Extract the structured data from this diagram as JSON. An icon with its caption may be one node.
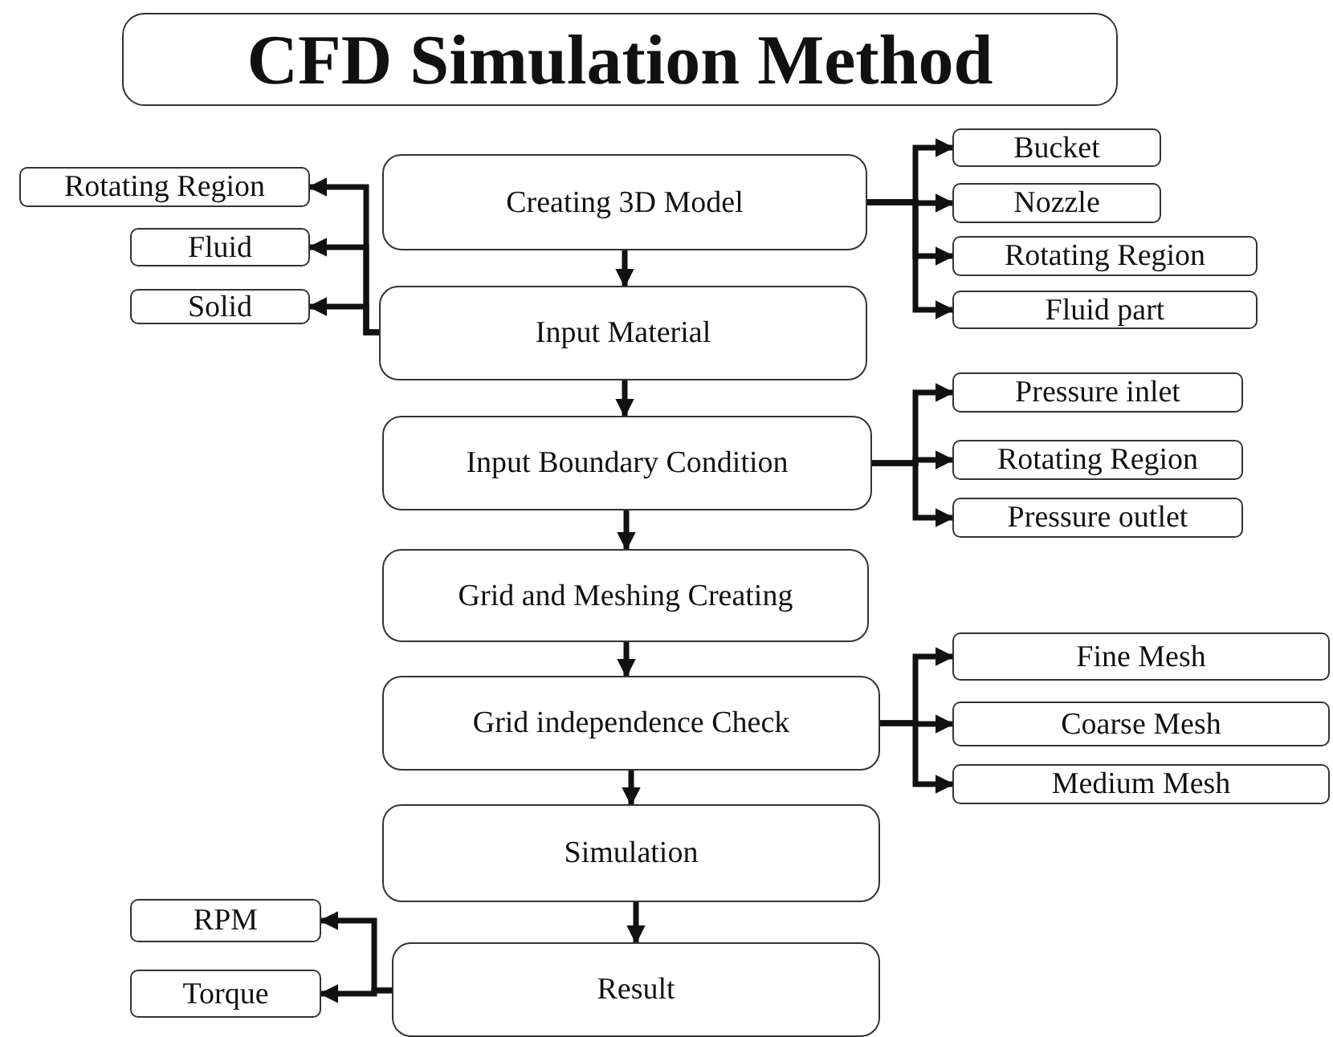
{
  "diagram": {
    "title": "CFD Simulation Method",
    "nodes": [
      {
        "text": [
          "Creating 3D Model"
        ]
      },
      {
        "text": [
          "Rotating Region"
        ]
      },
      {
        "text": [
          "Fluid"
        ]
      },
      {
        "text": [
          "Solid"
        ]
      },
      {
        "text": [
          "Bucket"
        ]
      },
      {
        "text": [
          "Nozzle"
        ]
      },
      {
        "text": [
          "Rotating Region"
        ]
      },
      {
        "text": [
          "Fluid part"
        ]
      },
      {
        "text": [
          "Input Material"
        ]
      },
      {
        "text": [
          "Input Boundary Condition"
        ]
      },
      {
        "text": [
          "Pressure inlet"
        ]
      },
      {
        "text": [
          "Rotating Region"
        ]
      },
      {
        "text": [
          "Pressure outlet"
        ]
      },
      {
        "text": [
          "Grid and Meshing Creating"
        ]
      },
      {
        "text": [
          "Grid independence Check"
        ]
      },
      {
        "text": [
          "Fine Mesh"
        ]
      },
      {
        "text": [
          "Coarse  Mesh"
        ]
      },
      {
        "text": [
          "Medium Mesh"
        ]
      },
      {
        "text": [
          "Simulation"
        ]
      },
      {
        "text": [
          "RPM"
        ]
      },
      {
        "text": [
          "Torque"
        ]
      },
      {
        "text": [
          "Result"
        ]
      }
    ],
    "edges": [
      {
        "from": 0,
        "to": 8,
        "arrow": "to"
      },
      {
        "from": 8,
        "to": 9,
        "arrow": "to"
      },
      {
        "from": 9,
        "to": 13,
        "arrow": "to"
      },
      {
        "from": 13,
        "to": 14,
        "arrow": "to"
      },
      {
        "from": 14,
        "to": 18,
        "arrow": "to"
      },
      {
        "from": 18,
        "to": 21,
        "arrow": "to"
      },
      {
        "from": 8,
        "to": 1,
        "arrow": "to"
      },
      {
        "from": 8,
        "to": 2,
        "arrow": "to"
      },
      {
        "from": 8,
        "to": 3,
        "arrow": "to"
      },
      {
        "from": 0,
        "to": 4,
        "arrow": "to"
      },
      {
        "from": 0,
        "to": 5,
        "arrow": "to"
      },
      {
        "from": 0,
        "to": 6,
        "arrow": "to"
      },
      {
        "from": 0,
        "to": 7,
        "arrow": "to"
      },
      {
        "from": 9,
        "to": 10,
        "arrow": "to"
      },
      {
        "from": 9,
        "to": 11,
        "arrow": "to"
      },
      {
        "from": 9,
        "to": 12,
        "arrow": "to"
      },
      {
        "from": 14,
        "to": 15,
        "arrow": "to"
      },
      {
        "from": 14,
        "to": 16,
        "arrow": "to"
      },
      {
        "from": 14,
        "to": 17,
        "arrow": "to"
      },
      {
        "from": 21,
        "to": 19,
        "arrow": "to"
      },
      {
        "from": 21,
        "to": 20,
        "arrow": "to"
      }
    ]
  }
}
